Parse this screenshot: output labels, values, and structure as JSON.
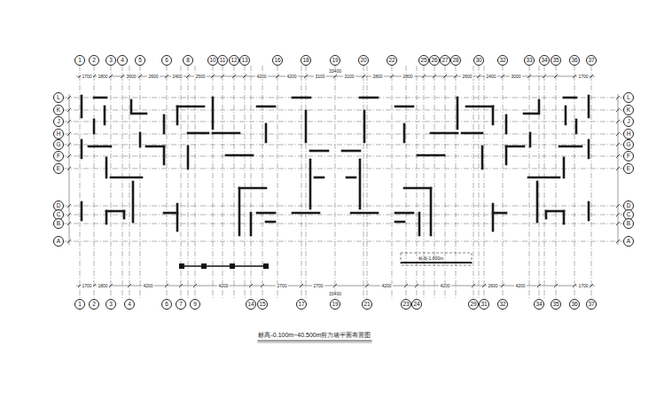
{
  "diagram": {
    "title": "标高-0.100m~40.500m剪力墙平面布置图",
    "nodes": [
      {
        "text": [
          "1"
        ]
      },
      {
        "text": [
          "2"
        ]
      },
      {
        "text": [
          "3"
        ]
      },
      {
        "text": [
          "4"
        ]
      },
      {
        "text": [
          "5"
        ]
      },
      {
        "text": [
          "6"
        ]
      },
      {
        "text": [
          "8"
        ]
      },
      {
        "text": [
          "10"
        ]
      },
      {
        "text": [
          "11"
        ]
      },
      {
        "text": [
          "12"
        ]
      },
      {
        "text": [
          "13"
        ]
      },
      {
        "text": [
          "16"
        ]
      },
      {
        "text": [
          "18"
        ]
      },
      {
        "text": [
          "19"
        ]
      },
      {
        "text": [
          "20"
        ]
      },
      {
        "text": [
          "22"
        ]
      },
      {
        "text": [
          "25"
        ]
      },
      {
        "text": [
          "26"
        ]
      },
      {
        "text": [
          "27"
        ]
      },
      {
        "text": [
          "28"
        ]
      },
      {
        "text": [
          "30"
        ]
      },
      {
        "text": [
          "32"
        ]
      },
      {
        "text": [
          "33"
        ]
      },
      {
        "text": [
          "34"
        ]
      },
      {
        "text": [
          "35"
        ]
      },
      {
        "text": [
          "36"
        ]
      },
      {
        "text": [
          "37"
        ]
      },
      {
        "text": [
          "L"
        ]
      },
      {
        "text": [
          "K"
        ]
      },
      {
        "text": [
          "J"
        ]
      },
      {
        "text": [
          "H"
        ]
      },
      {
        "text": [
          "G"
        ]
      },
      {
        "text": [
          "F"
        ]
      },
      {
        "text": [
          "E"
        ]
      },
      {
        "text": [
          "D"
        ]
      },
      {
        "text": [
          "C"
        ]
      },
      {
        "text": [
          "B"
        ]
      },
      {
        "text": [
          "A"
        ]
      },
      {
        "text": [
          "L"
        ]
      },
      {
        "text": [
          "K"
        ]
      },
      {
        "text": [
          "J"
        ]
      },
      {
        "text": [
          "H"
        ]
      },
      {
        "text": [
          "G"
        ]
      },
      {
        "text": [
          "F"
        ]
      },
      {
        "text": [
          "E"
        ]
      },
      {
        "text": [
          "D"
        ]
      },
      {
        "text": [
          "C"
        ]
      },
      {
        "text": [
          "B"
        ]
      },
      {
        "text": [
          "A"
        ]
      },
      {
        "text": [
          "1"
        ]
      },
      {
        "text": [
          "2"
        ]
      },
      {
        "text": [
          "3"
        ]
      },
      {
        "text": [
          "4"
        ]
      },
      {
        "text": [
          "6"
        ]
      },
      {
        "text": [
          "7"
        ]
      },
      {
        "text": [
          "9"
        ]
      },
      {
        "text": [
          "14"
        ]
      },
      {
        "text": [
          "15"
        ]
      },
      {
        "text": [
          "17"
        ]
      },
      {
        "text": [
          "19"
        ]
      },
      {
        "text": [
          "21"
        ]
      },
      {
        "text": [
          "23"
        ]
      },
      {
        "text": [
          "24"
        ]
      },
      {
        "text": [
          "29"
        ]
      },
      {
        "text": [
          "31"
        ]
      },
      {
        "text": [
          "32"
        ]
      },
      {
        "text": [
          "34"
        ]
      },
      {
        "text": [
          "35"
        ]
      },
      {
        "text": [
          "36"
        ]
      },
      {
        "text": [
          "37"
        ]
      }
    ],
    "labels": [
      "33400",
      "1700",
      "1800",
      "3600",
      "2600",
      "2400",
      "2500",
      "4200",
      "4200",
      "3100",
      "3100",
      "2800",
      "2800",
      "2600",
      "2400",
      "3000",
      "1700",
      "33400",
      "1700",
      "1800",
      "4200",
      "4200",
      "2700",
      "2700",
      "4200",
      "4200",
      "2600",
      "4200",
      "1700",
      "标高-1.800m"
    ]
  }
}
